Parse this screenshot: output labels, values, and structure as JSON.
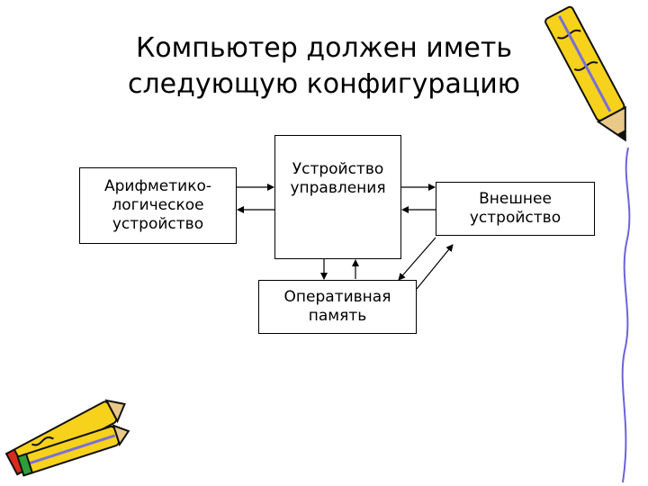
{
  "slide": {
    "title": "Компьютер должен иметь следующую конфигурацию"
  },
  "diagram": {
    "alu": "Арифметико-\nлогическое\nустройство",
    "control_unit": "Устройство\nуправления",
    "external_device": "Внешнее\nустройство",
    "ram": "Оперативная\nпамять"
  },
  "decorations": {
    "pencil_colors": {
      "body": "#f6d21c",
      "outline": "#111111",
      "stripe": "#7b6fd6",
      "cap_red": "#d92b1c",
      "cap_green": "#2f9e3a"
    },
    "border_color": "#6f63d9"
  }
}
